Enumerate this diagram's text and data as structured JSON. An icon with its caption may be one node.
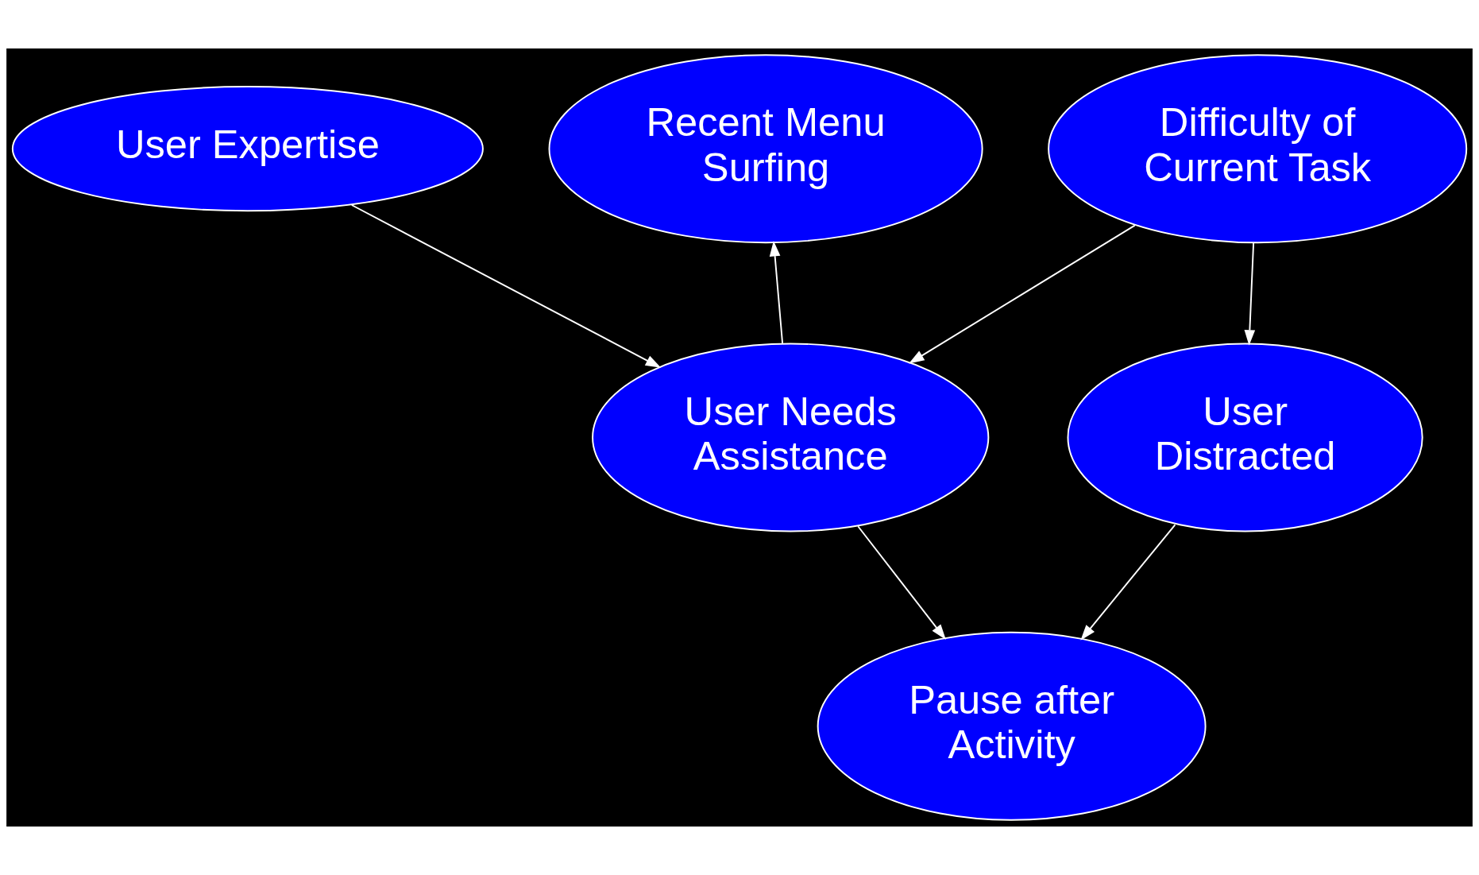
{
  "diagram": {
    "nodes": [
      {
        "text": [
          "User Expertise"
        ]
      },
      {
        "text": [
          "Difficulty of Current Task"
        ]
      },
      {
        "text": [
          "Recent Menu Surfing"
        ]
      },
      {
        "text": [
          "User Needs Assistance"
        ]
      },
      {
        "text": [
          "Pause after Activity"
        ]
      },
      {
        "text": [
          "User Distracted"
        ]
      }
    ],
    "edges": [
      {
        "from": 0,
        "to": 3,
        "arrow": "to"
      },
      {
        "from": 1,
        "to": 3,
        "arrow": "to"
      },
      {
        "from": 1,
        "to": 5,
        "arrow": "to"
      },
      {
        "from": 3,
        "to": 2,
        "arrow": "to"
      },
      {
        "from": 3,
        "to": 4,
        "arrow": "to"
      },
      {
        "from": 5,
        "to": 4,
        "arrow": "to"
      }
    ]
  }
}
